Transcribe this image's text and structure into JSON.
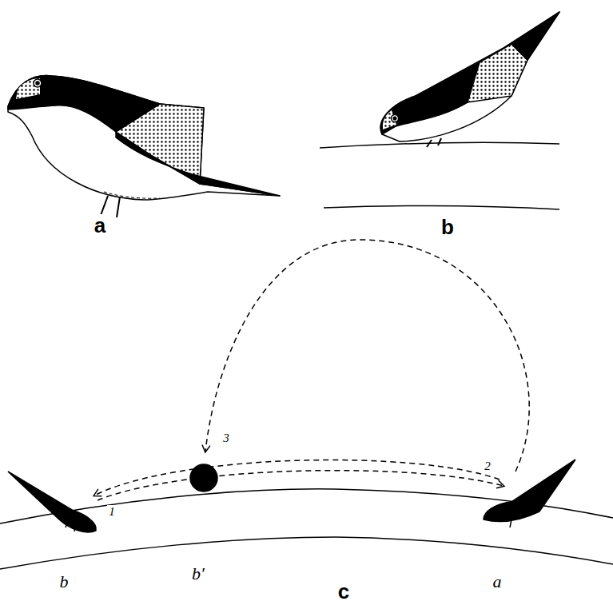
{
  "diagram": {
    "labels": [
      "a",
      "b",
      "c",
      "1",
      "2",
      "3",
      "b",
      "b′",
      "a"
    ]
  }
}
